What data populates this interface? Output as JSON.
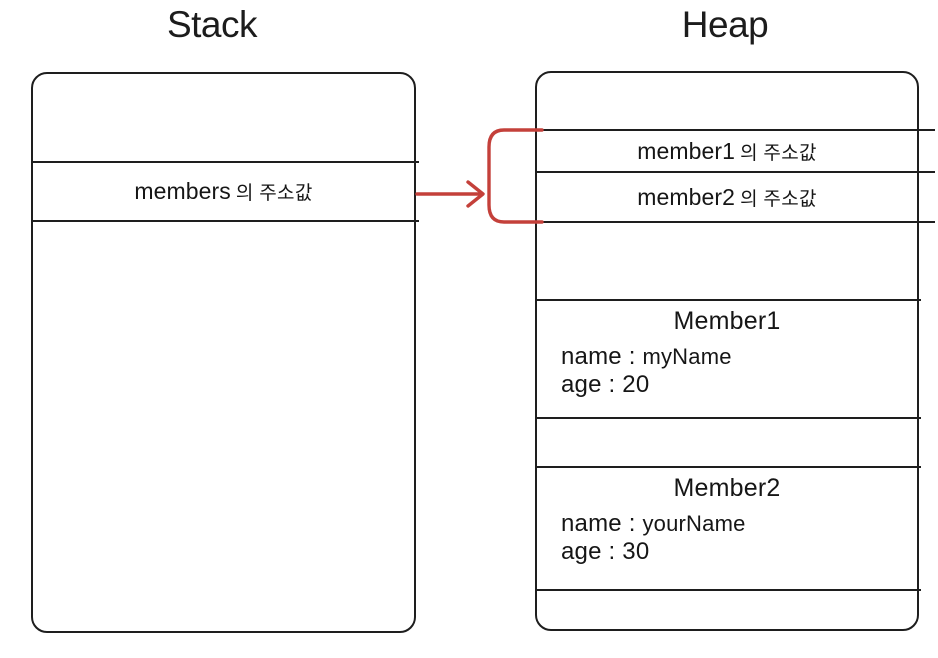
{
  "diagram": {
    "title_stack": "Stack",
    "title_heap": "Heap",
    "accent_color": "#c4403a",
    "line_color": "#1e1e1e",
    "background": "#ffffff"
  },
  "stack": {
    "label": "Stack",
    "slots": [
      {
        "name": "empty-top",
        "text": ""
      },
      {
        "name": "members-reference",
        "var": "members",
        "suffix": "의 주소값"
      },
      {
        "name": "empty-bottom",
        "text": ""
      }
    ]
  },
  "heap": {
    "label": "Heap",
    "slots": [
      {
        "name": "empty-top",
        "text": ""
      },
      {
        "name": "member1-reference",
        "var": "member1",
        "suffix": "의 주소값"
      },
      {
        "name": "member2-reference",
        "var": "member2",
        "suffix": "의 주소값"
      },
      {
        "name": "gap-1",
        "text": ""
      }
    ],
    "objects": [
      {
        "name": "member1-object",
        "title": "Member1",
        "fields": [
          {
            "key": "name :",
            "value": "myName"
          },
          {
            "key": "age :",
            "value": "20"
          }
        ]
      },
      {
        "name": "member2-object",
        "title": "Member2",
        "fields": [
          {
            "key": "name :",
            "value": "yourName"
          },
          {
            "key": "age :",
            "value": "30"
          }
        ]
      }
    ]
  },
  "pointer": {
    "name": "members-to-heap-arrow",
    "description": "red arrow from stack members slot to heap member reference bracket",
    "color": "#c4403a"
  }
}
